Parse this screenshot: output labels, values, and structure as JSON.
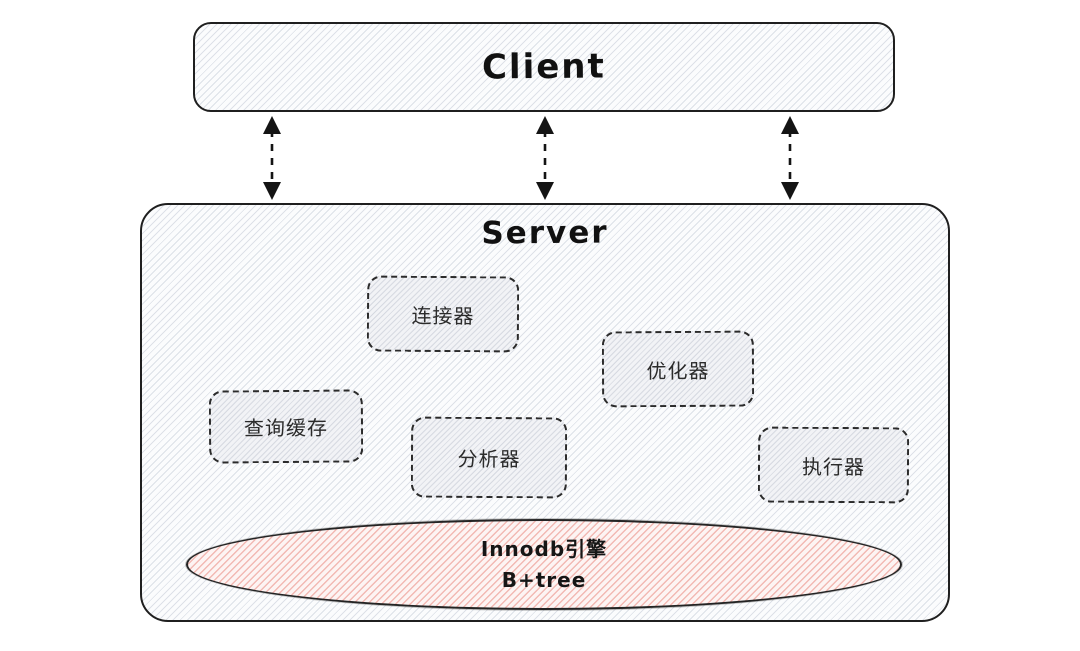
{
  "client": {
    "label": "Client"
  },
  "server": {
    "label": "Server",
    "components": [
      {
        "id": "connector",
        "label": "连接器"
      },
      {
        "id": "query-cache",
        "label": "查询缓存"
      },
      {
        "id": "analyzer",
        "label": "分析器"
      },
      {
        "id": "optimizer",
        "label": "优化器"
      },
      {
        "id": "executor",
        "label": "执行器"
      }
    ],
    "engine": {
      "line1": "Innodb引擎",
      "line2": "B+tree"
    }
  },
  "arrows": {
    "count": 3,
    "style": "dashed-double-headed"
  },
  "colors": {
    "ink": "#1f1f1f",
    "hatch_gray": "#b0b8c7",
    "node_fill": "#f2f3f6",
    "engine_hatch_pink": "#e9897f",
    "background": "#ffffff"
  }
}
